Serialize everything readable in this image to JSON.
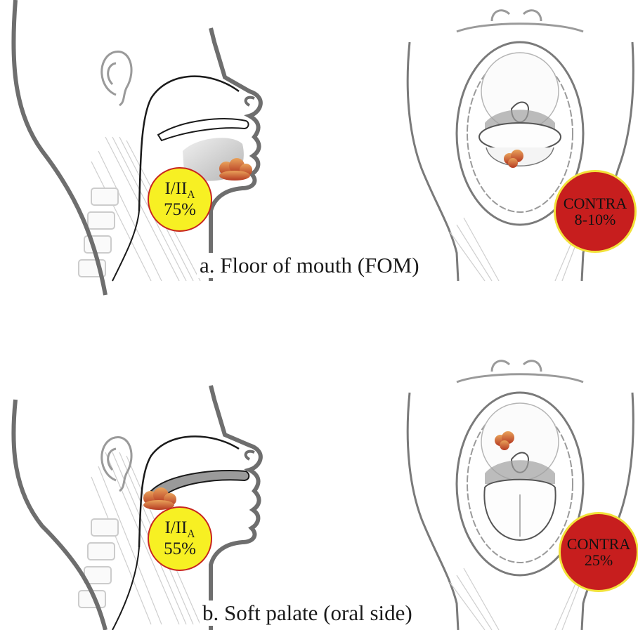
{
  "panels": [
    {
      "caption": "a. Floor of mouth (FOM)",
      "ipsilateral": {
        "level": "I/II",
        "subscript": "A",
        "percent": "75%"
      },
      "contralateral": {
        "label": "CONTRA",
        "percent": "8-10%"
      }
    },
    {
      "caption": "b. Soft palate (oral side)",
      "ipsilateral": {
        "level": "I/II",
        "subscript": "A",
        "percent": "55%"
      },
      "contralateral": {
        "label": "CONTRA",
        "percent": "25%"
      }
    }
  ],
  "colors": {
    "ipsilateral_badge": "#f7f023",
    "contralateral_badge": "#c71e1e",
    "outline": "#6e6e6e",
    "tumor": "#c0502e"
  }
}
